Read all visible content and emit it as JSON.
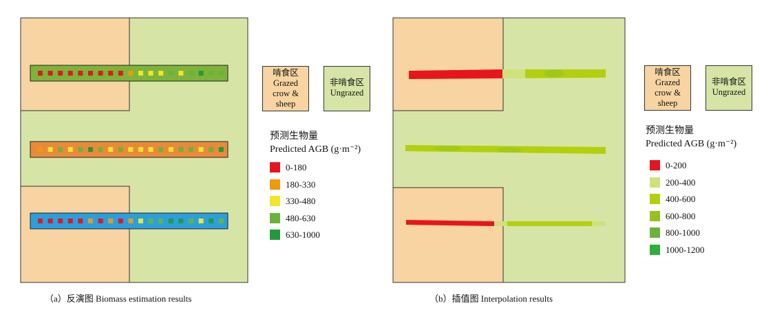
{
  "colors": {
    "grazed_fill": "#f7d4a1",
    "ungrazed_fill": "#d6e5a6",
    "outline": "#333333",
    "transect_a_top": "#7db33a",
    "transect_a_mid": "#e98a3b",
    "transect_a_bot": "#2a9fde"
  },
  "panel_a": {
    "caption": "（a）反演图 Biomass estimation results",
    "grazed_box": {
      "zh": "啃食区",
      "en1": "Grazed",
      "en2": "crow &",
      "en3": "sheep"
    },
    "ungrazed_box": {
      "zh": "非啃食区",
      "en1": "Ungrazed"
    },
    "legend_title_zh": "预测生物量",
    "legend_title_en": "Predicted AGB (g·m⁻²)",
    "legend": [
      {
        "label": "0-180",
        "color": "#e8141e"
      },
      {
        "label": "180-330",
        "color": "#ee9a0f"
      },
      {
        "label": "330-480",
        "color": "#f0e62a"
      },
      {
        "label": "480-630",
        "color": "#6ab33a"
      },
      {
        "label": "630-1000",
        "color": "#239a3a"
      }
    ],
    "transects": [
      {
        "name": "top",
        "squares": [
          "#e8141e",
          "#e8141e",
          "#e8141e",
          "#e8141e",
          "#e8141e",
          "#e8141e",
          "#e8141e",
          "#e8141e",
          "#e8141e",
          "#ee9a0f",
          "#f0e62a",
          "#f0e62a",
          "#f0e62a",
          "#6ab33a",
          "#f0e62a",
          "#6ab33a",
          "#239a3a",
          "#6ab33a",
          "#6ab33a"
        ]
      },
      {
        "name": "middle",
        "squares": [
          "#ee9a0f",
          "#f0e62a",
          "#6ab33a",
          "#f0e62a",
          "#6ab33a",
          "#239a3a",
          "#6ab33a",
          "#f0e62a",
          "#6ab33a",
          "#f0e62a",
          "#f0e62a",
          "#f0e62a",
          "#6ab33a",
          "#f0e62a",
          "#6ab33a",
          "#6ab33a",
          "#f0e62a",
          "#6ab33a",
          "#239a3a"
        ]
      },
      {
        "name": "bottom",
        "squares": [
          "#e8141e",
          "#e8141e",
          "#e8141e",
          "#e8141e",
          "#e8141e",
          "#ee9a0f",
          "#e8141e",
          "#ee9a0f",
          "#e8141e",
          "#ee9a0f",
          "#f0e62a",
          "#6ab33a",
          "#6ab33a",
          "#239a3a",
          "#239a3a",
          "#6ab33a",
          "#f0e62a",
          "#239a3a",
          "#6ab33a"
        ]
      }
    ]
  },
  "panel_b": {
    "caption": "（b）插值图 Interpolation results",
    "grazed_box": {
      "zh": "啃食区",
      "en1": "Grazed",
      "en2": "crow &",
      "en3": "sheep"
    },
    "ungrazed_box": {
      "zh": "非啃食区",
      "en1": "Ungrazed"
    },
    "legend_title_zh": "预测生物量",
    "legend_title_en": "Predicted AGB (g·m⁻²)",
    "legend": [
      {
        "label": "0-200",
        "color": "#e8141e"
      },
      {
        "label": "200-400",
        "color": "#cfe27a"
      },
      {
        "label": "400-600",
        "color": "#b3cf0e"
      },
      {
        "label": "600-800",
        "color": "#95c21f"
      },
      {
        "label": "800-1000",
        "color": "#6ab33a"
      },
      {
        "label": "1000-1200",
        "color": "#2fae3e"
      }
    ]
  }
}
